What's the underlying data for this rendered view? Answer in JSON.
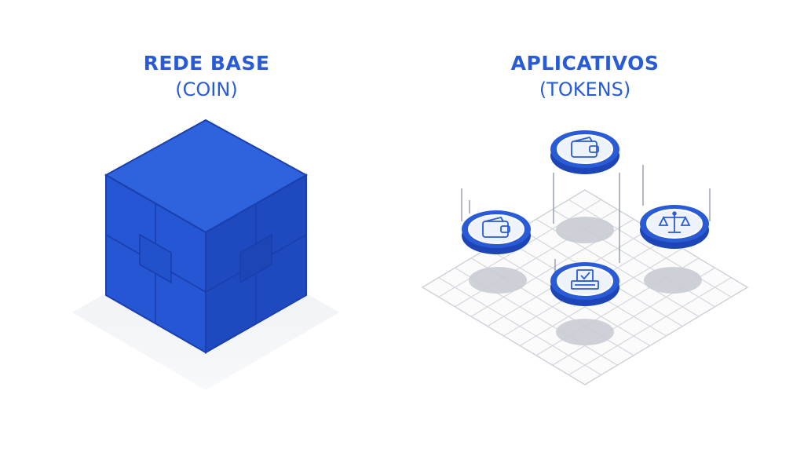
{
  "left_panel": {
    "title": "REDE BASE",
    "subtitle": "(COIN)"
  },
  "right_panel": {
    "title": "APLICATIVOS",
    "subtitle": "(TOKENS)",
    "tokens": [
      {
        "icon": "wallet-icon"
      },
      {
        "icon": "wallet-icon"
      },
      {
        "icon": "scales-icon"
      },
      {
        "icon": "ballot-box-icon"
      }
    ]
  },
  "colors": {
    "accent": "#2a5bd7",
    "cube_top": "#2f63de",
    "cube_left": "#2556d4",
    "cube_right": "#1f49bf",
    "grid": "#d4d7de",
    "shadow": "#c9ccd3"
  }
}
